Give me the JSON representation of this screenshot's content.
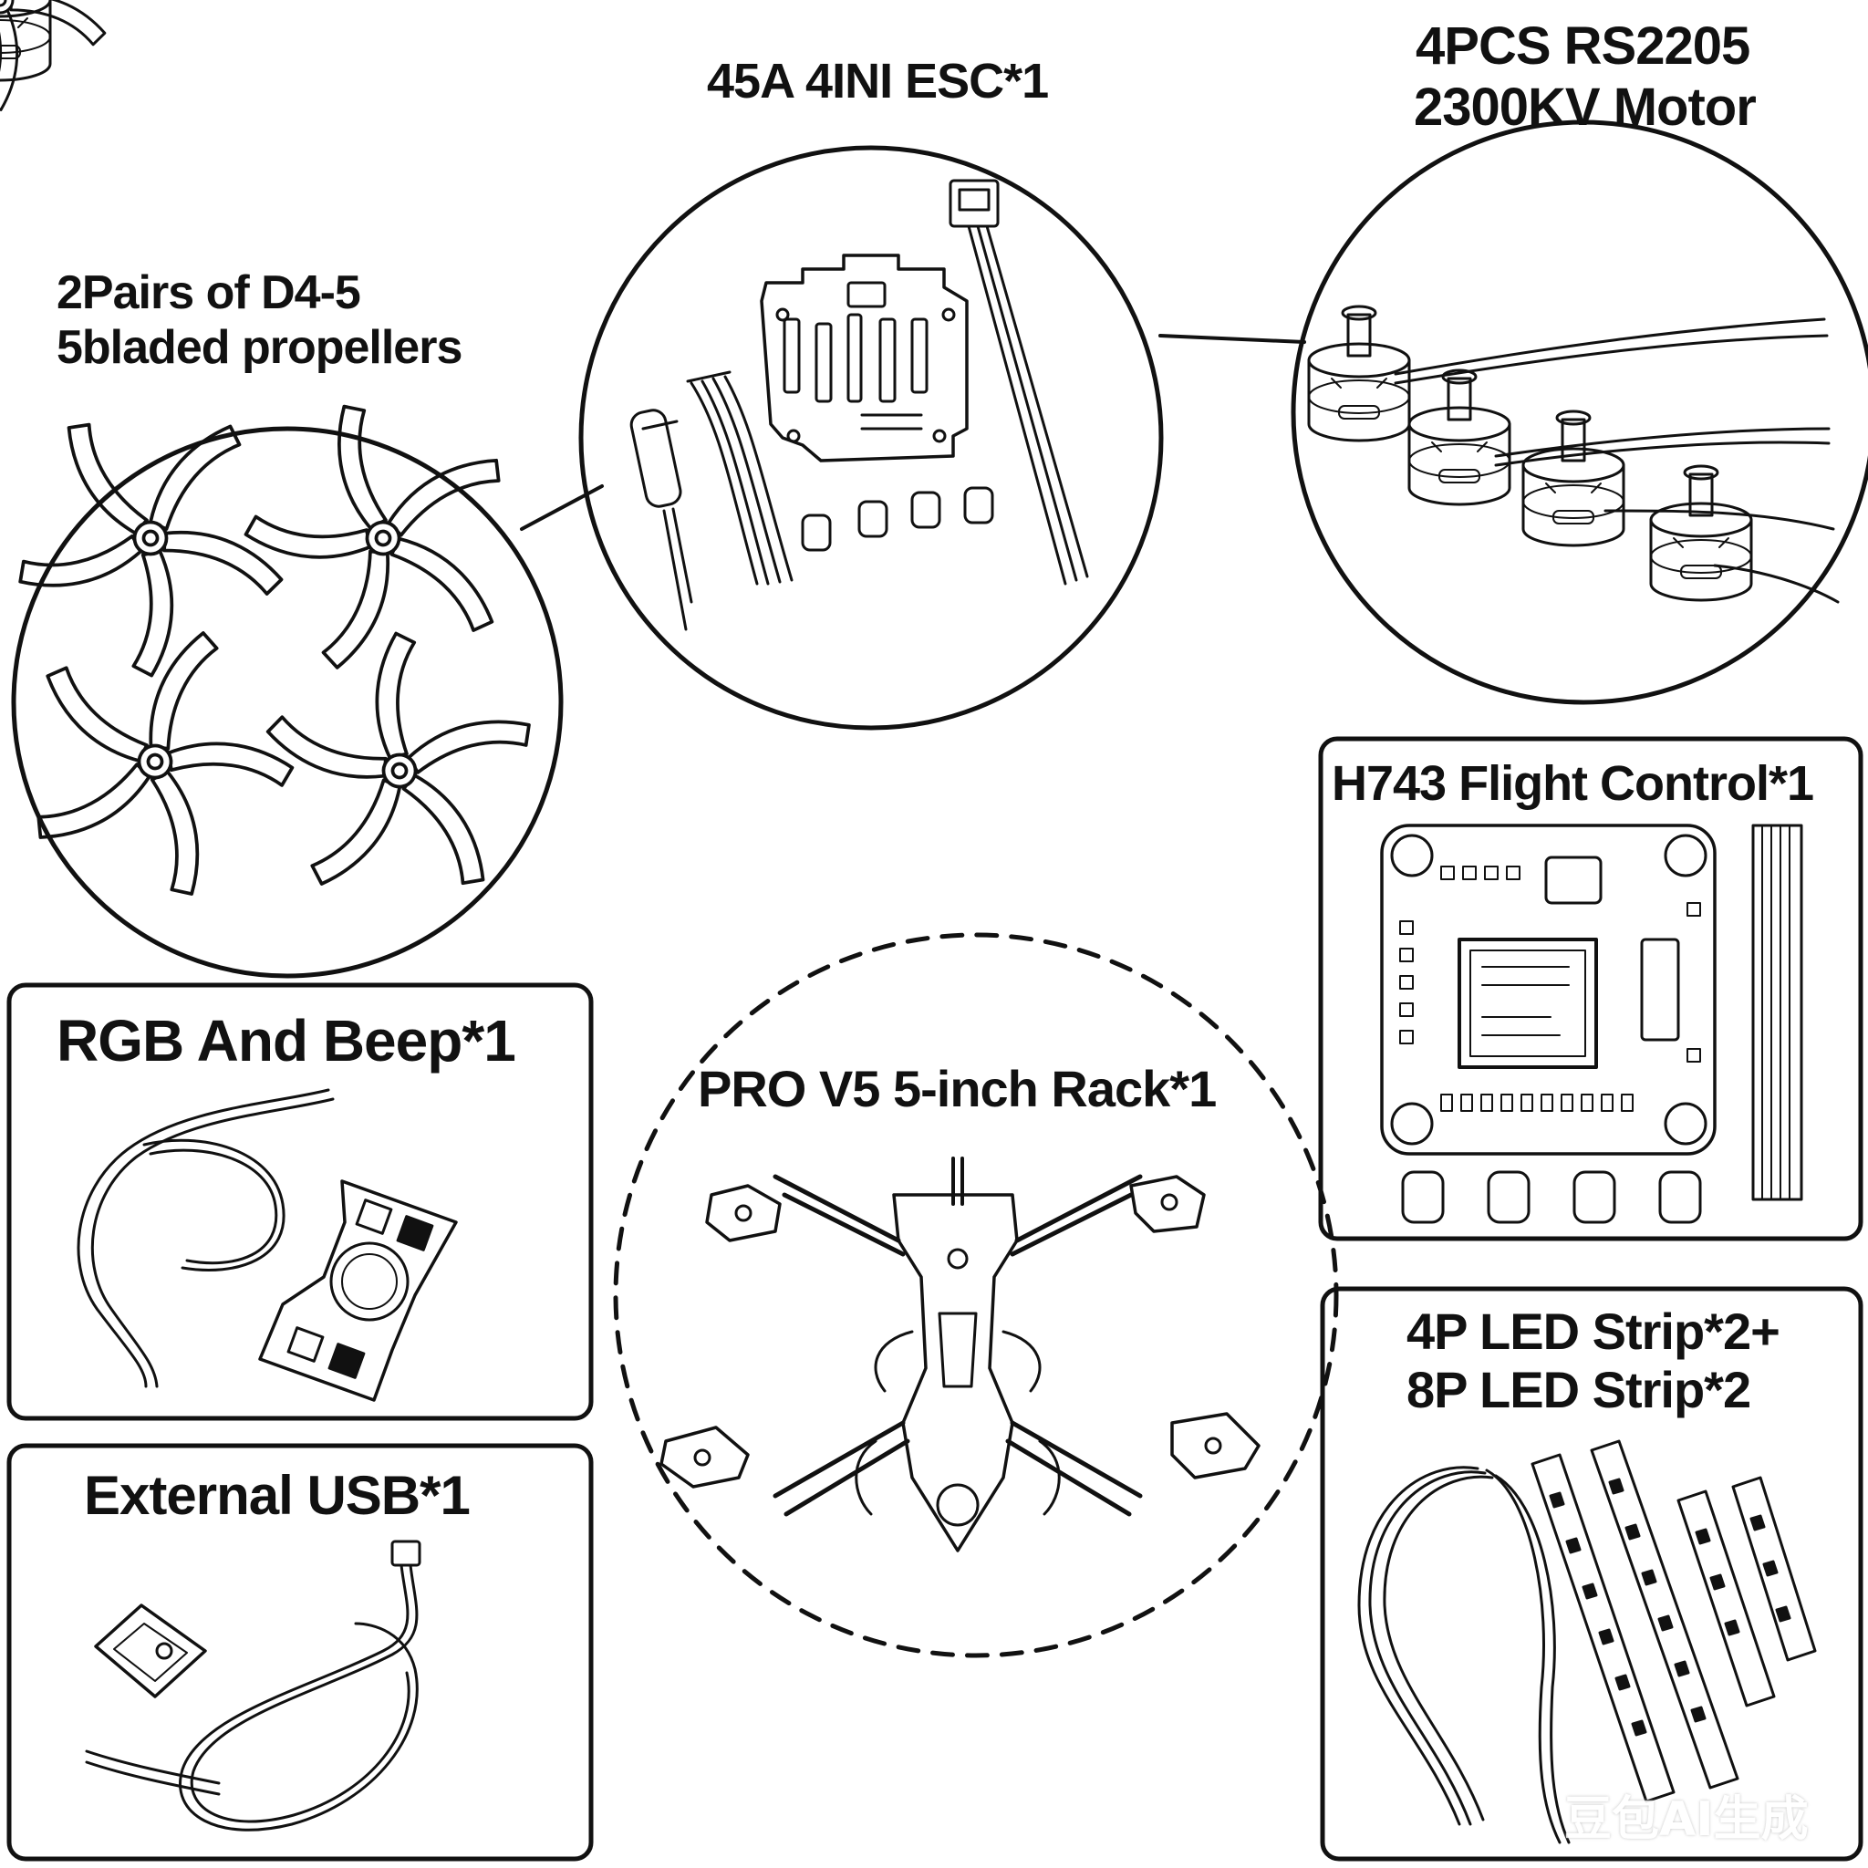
{
  "colors": {
    "ink": "#111111",
    "background": "#ffffff",
    "watermark": "#ffffff"
  },
  "labels": {
    "propellers": {
      "line1": "2Pairs of D4-5",
      "line2": "5bladed propellers"
    },
    "esc": {
      "line1": "45A 4INI ESC*1"
    },
    "motor": {
      "line1": "4PCS RS2205",
      "line2": "2300KV Motor"
    },
    "flight_control": {
      "line1": "H743 Flight Control*1"
    },
    "rgb_beep": {
      "line1": "RGB And Beep*1"
    },
    "frame": {
      "line1": "PRO V5 5-inch Rack*1"
    },
    "usb": {
      "line1": "External USB*1"
    },
    "led": {
      "line1": "4P LED Strip*2+",
      "line2": "8P LED Strip*2"
    }
  },
  "watermark": {
    "text": "豆包AI生成"
  },
  "icons": [
    "propeller-icon",
    "esc-board-icon",
    "motor-icon",
    "flight-controller-icon",
    "buzzer-board-icon",
    "drone-frame-icon",
    "usb-board-icon",
    "led-strip-icon"
  ]
}
